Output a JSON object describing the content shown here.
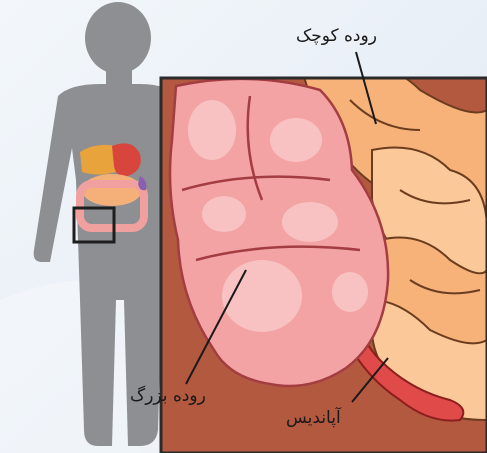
{
  "labels": {
    "small_intestine": "روده کوچک",
    "large_intestine": "روده بزرگ",
    "appendix": "آپاندیس"
  },
  "colors": {
    "background": "#e9f0f7",
    "silhouette": "#8e8f93",
    "frame_border": "#2b2b2b",
    "frame_backdrop": "#b3593f",
    "large_intestine": "#f3a3a3",
    "large_intestine_dark": "#d9797c",
    "small_intestine": "#f7b27a",
    "small_intestine_light": "#fbc999",
    "appendix": "#e04a48"
  }
}
